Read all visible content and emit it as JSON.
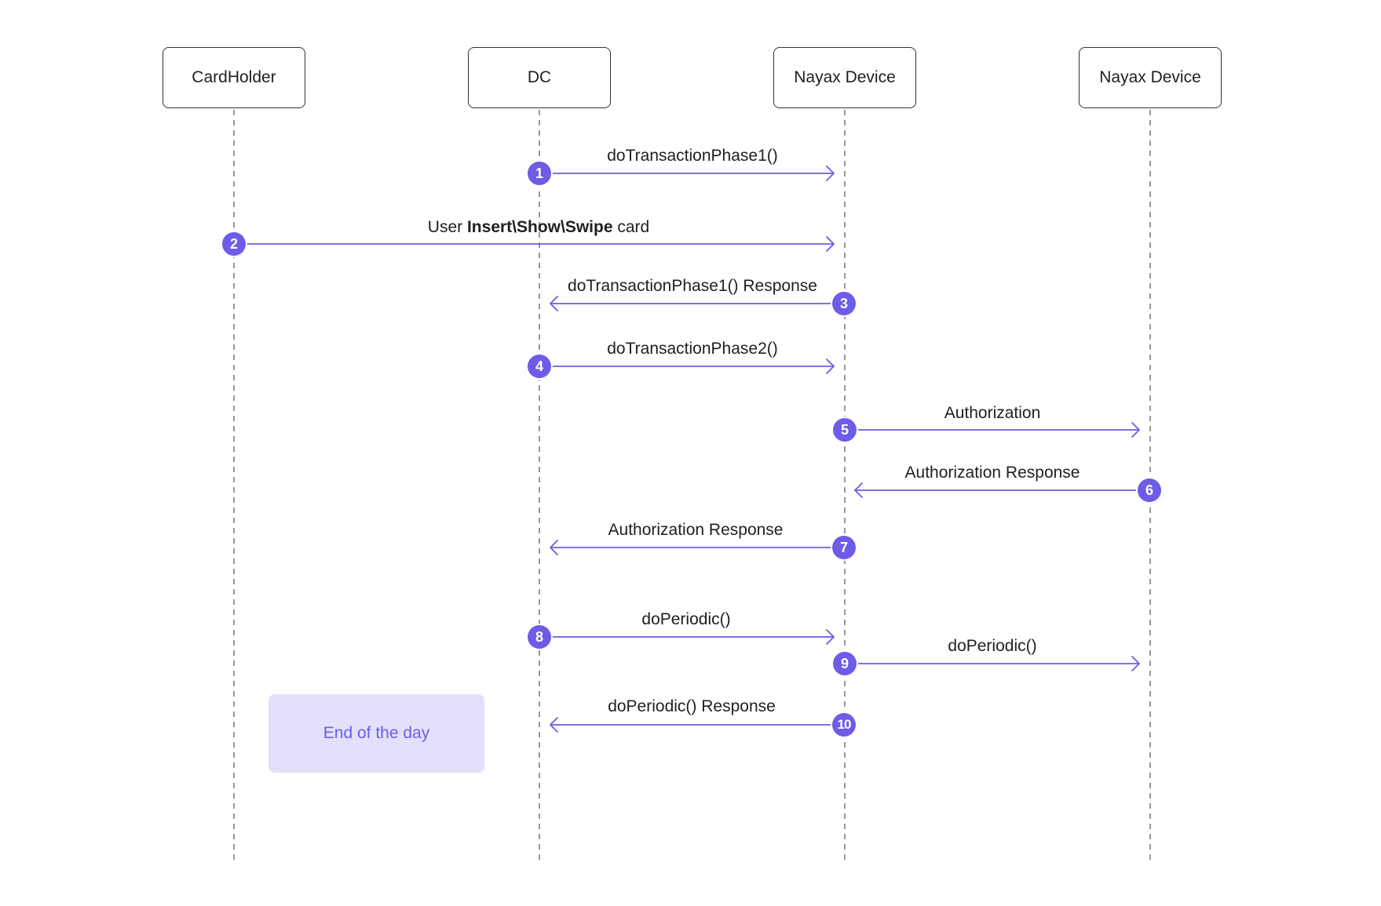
{
  "colors": {
    "accent": "#6c5ce7",
    "lifeline": "#777777",
    "note_bg": "#e3e0fb"
  },
  "actors": [
    {
      "id": "cardholder",
      "label": "CardHolder"
    },
    {
      "id": "dc",
      "label": "DC"
    },
    {
      "id": "nayax1",
      "label": "Nayax Device"
    },
    {
      "id": "nayax2",
      "label": "Nayax Device"
    }
  ],
  "messages": [
    {
      "step": "1",
      "from": "dc",
      "to": "nayax1",
      "label": "doTransactionPhase1()"
    },
    {
      "step": "2",
      "from": "cardholder",
      "to": "nayax1",
      "label_parts": [
        "User ",
        "Insert\\Show\\Swipe",
        " card"
      ]
    },
    {
      "step": "3",
      "from": "nayax1",
      "to": "dc",
      "label": "doTransactionPhase1() Response"
    },
    {
      "step": "4",
      "from": "dc",
      "to": "nayax1",
      "label": "doTransactionPhase2()"
    },
    {
      "step": "5",
      "from": "nayax1",
      "to": "nayax2",
      "label": "Authorization"
    },
    {
      "step": "6",
      "from": "nayax2",
      "to": "nayax1",
      "label": "Authorization Response"
    },
    {
      "step": "7",
      "from": "nayax1",
      "to": "dc",
      "label": "Authorization Response"
    },
    {
      "step": "8",
      "from": "dc",
      "to": "nayax1",
      "label": "doPeriodic()"
    },
    {
      "step": "9",
      "from": "nayax1",
      "to": "nayax2",
      "label": "doPeriodic()"
    },
    {
      "step": "10",
      "from": "nayax1",
      "to": "dc",
      "label": "doPeriodic() Response"
    }
  ],
  "note": {
    "label": "End of the day"
  }
}
